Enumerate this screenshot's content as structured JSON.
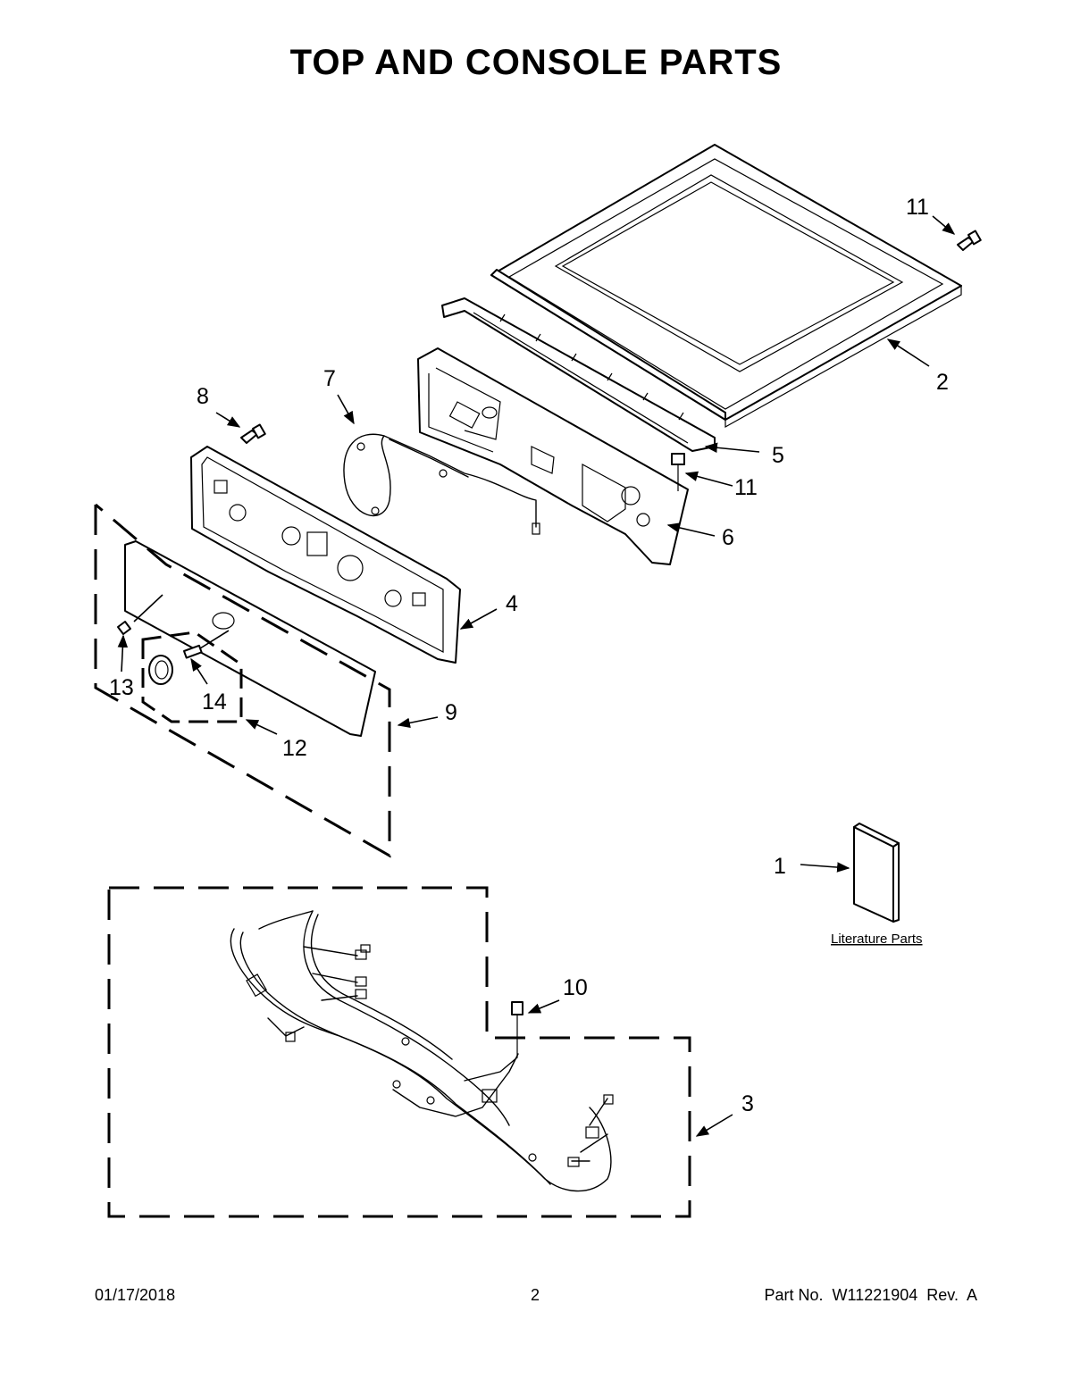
{
  "title": "TOP AND CONSOLE PARTS",
  "callouts": {
    "c1": "1",
    "c2": "2",
    "c3": "3",
    "c4": "4",
    "c5": "5",
    "c6": "6",
    "c7": "7",
    "c8": "8",
    "c9": "9",
    "c10": "10",
    "c11a": "11",
    "c11b": "11",
    "c12": "12",
    "c13": "13",
    "c14": "14"
  },
  "literature_label": "Literature Parts",
  "footer": {
    "date": "01/17/2018",
    "page": "2",
    "part_number": "Part No.  W11221904  Rev.  A"
  }
}
